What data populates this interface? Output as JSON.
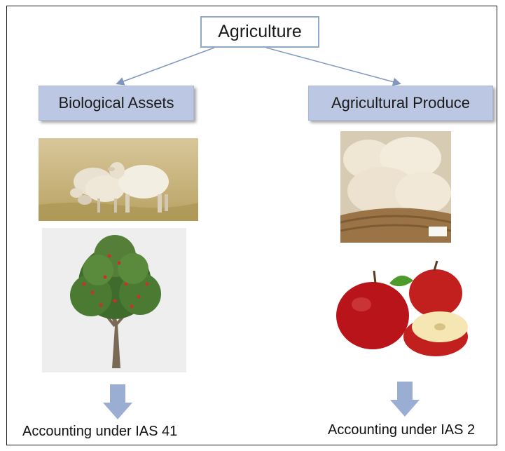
{
  "root": {
    "label": "Agriculture"
  },
  "branches": [
    {
      "label": "Biological Assets",
      "images": [
        "sheep",
        "apple-tree"
      ],
      "caption": "Accounting under IAS 41"
    },
    {
      "label": "Agricultural Produce",
      "images": [
        "wool",
        "apples"
      ],
      "caption": "Accounting under IAS 2"
    }
  ],
  "colors": {
    "box_fill": "#bcc8e3",
    "root_border": "#8fa9c8",
    "arrow": "#9aaed3",
    "connector": "#7f97bf"
  }
}
